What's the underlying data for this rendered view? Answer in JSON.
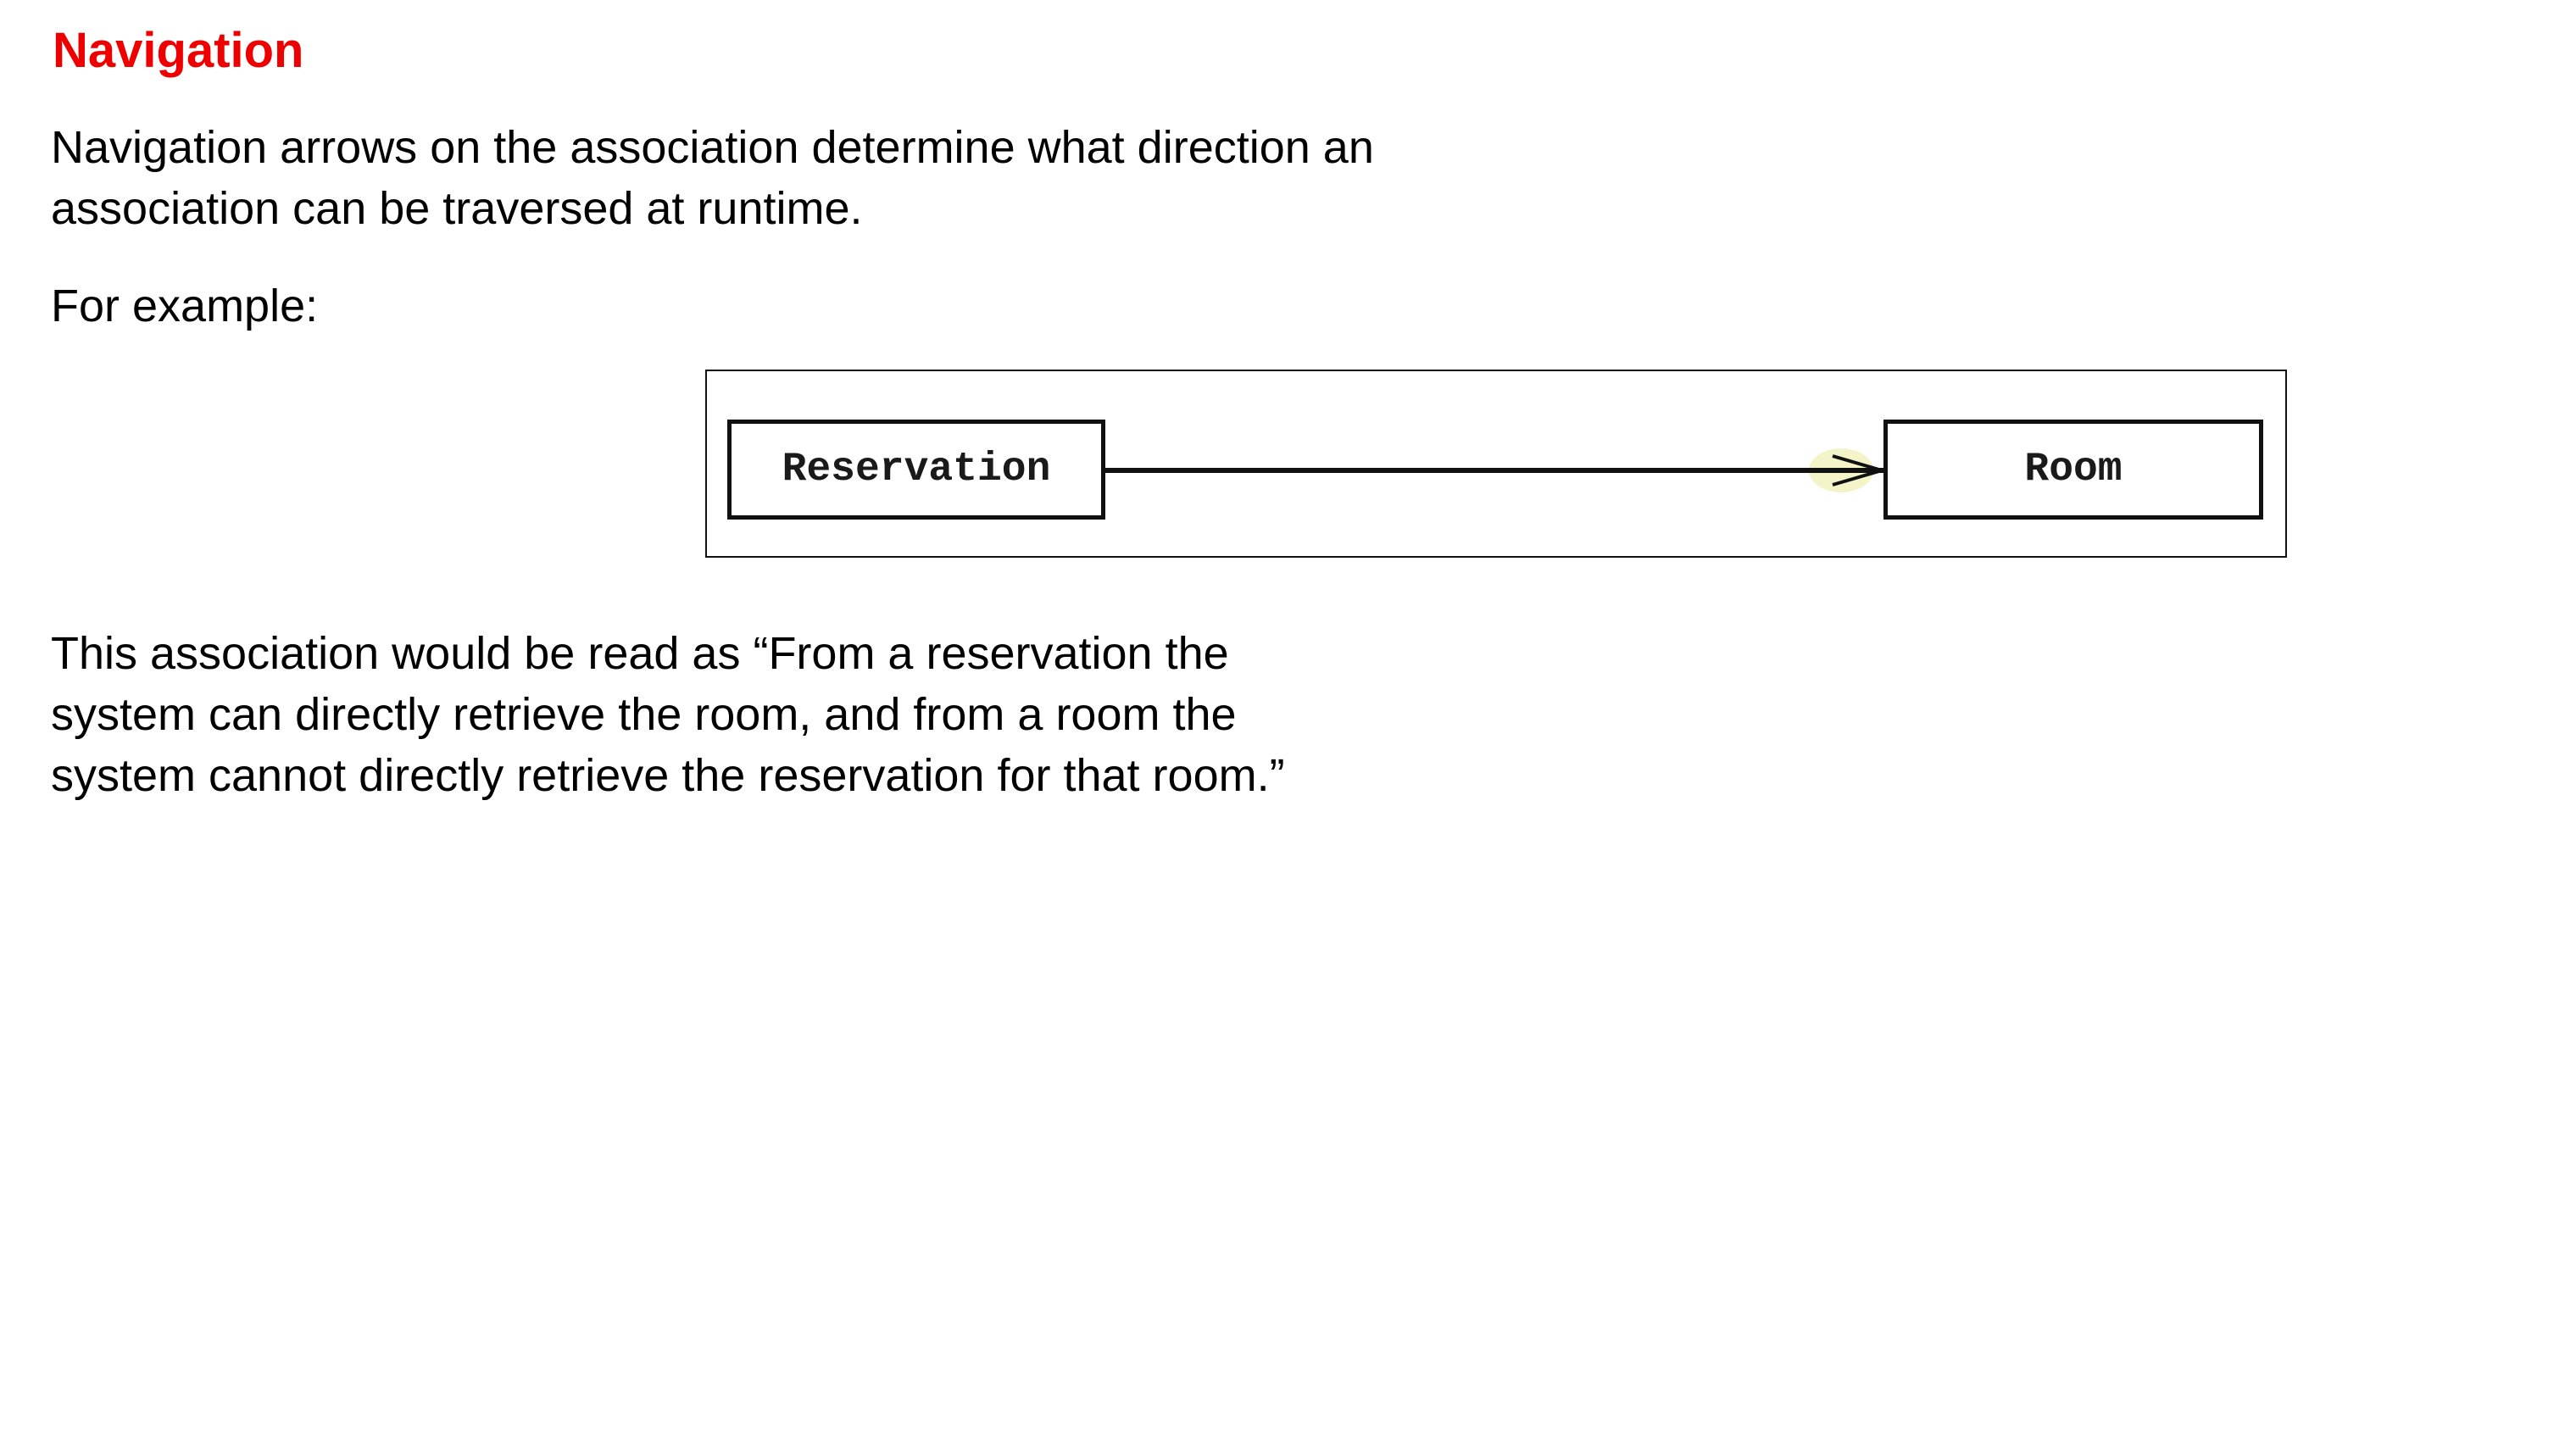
{
  "slide": {
    "title": "Navigation",
    "title_color": "#ee0000",
    "intro_lines": [
      "Navigation arrows on the association determine what direction an",
      "association can be traversed at runtime."
    ],
    "example_lead": "For example:",
    "explanation_lines": [
      "This association would be read as “From a reservation the",
      "system can directly retrieve the room, and from a room the",
      "system cannot directly retrieve the reservation for that room.”"
    ]
  },
  "diagram": {
    "source_class": "Reservation",
    "target_class": "Room",
    "navigable_direction": "source-to-target",
    "arrowhead": "open",
    "arrow_highlight_color": "#f3f4c8"
  }
}
